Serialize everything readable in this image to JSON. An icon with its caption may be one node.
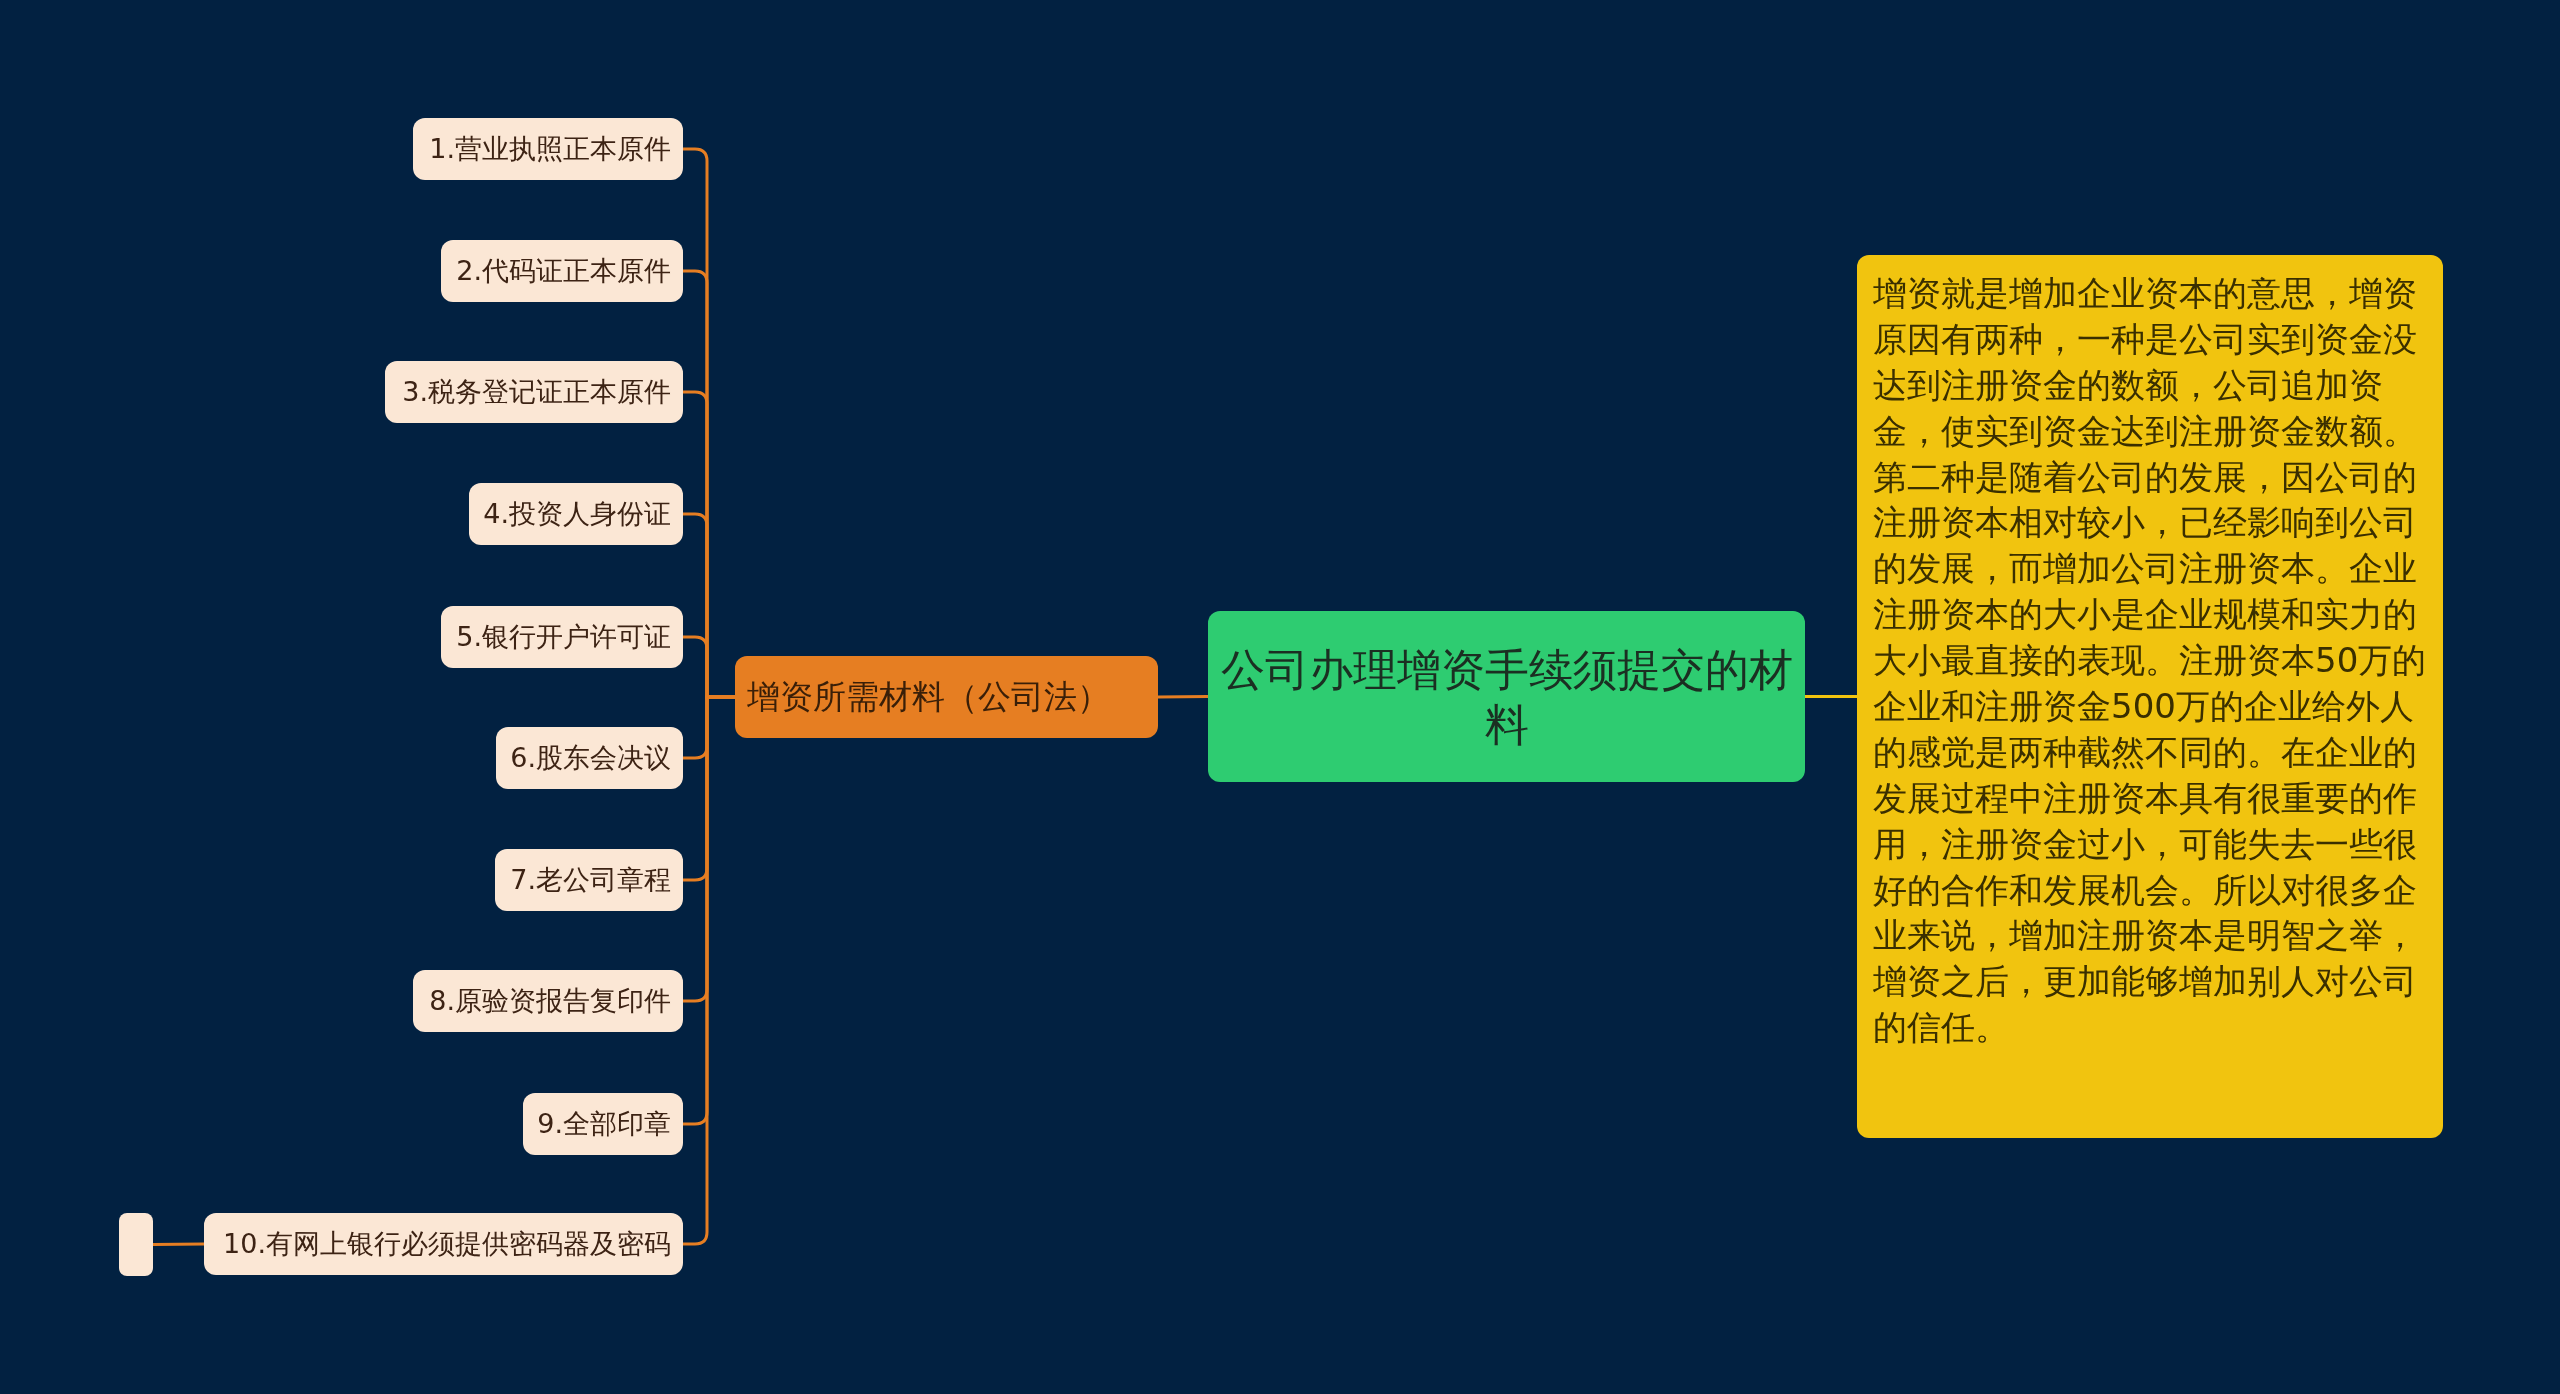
{
  "diagram": {
    "nodes": [
      {
        "text": [
          "公司办理增资手续须提交的材料"
        ]
      },
      {
        "text": [
          "增资所需材料（公司法）"
        ]
      },
      {
        "text": [
          "1.营业执照正本原件"
        ]
      },
      {
        "text": [
          "2.代码证正本原件"
        ]
      },
      {
        "text": [
          "3.税务登记证正本原件"
        ]
      },
      {
        "text": [
          "4.投资人身份证"
        ]
      },
      {
        "text": [
          "5.银行开户许可证"
        ]
      },
      {
        "text": [
          "6.股东会决议"
        ]
      },
      {
        "text": [
          "7.老公司章程"
        ]
      },
      {
        "text": [
          "8.原验资报告复印件"
        ]
      },
      {
        "text": [
          "9.全部印章"
        ]
      },
      {
        "text": [
          "10.有网上银行必须提供密码器及密码"
        ]
      },
      {
        "text": [],
        "shape": "box"
      },
      {
        "text": [
          "增资就是增加企业资本的意思，增资原因有两种，一种是公司实到资金没达到注册资金的数额，公司追加资金，使实到资金达到注册资金数额。第二种是随着公司的发展，因公司的注册资本相对较小，已经影响到公司的发展，而增加公司注册资本。企业注册资本的大小是企业规模和实力的大小最直接的表现。注册资本50万的企业和注册资金500万的企业给外人的感觉是两种截然不同的。在企业的发展过程中注册资本具有很重要的作用，注册资金过小，可能失去一些很好的合作和发展机会。所以对很多企业来说，增加注册资本是明智之举，增资之后，更加能够增加别人对公司的信任。"
        ]
      }
    ],
    "edges": [
      {
        "from": 0,
        "to": 1,
        "arrow": "none"
      },
      {
        "from": 1,
        "to": 2,
        "arrow": "none"
      },
      {
        "from": 1,
        "to": 3,
        "arrow": "none"
      },
      {
        "from": 1,
        "to": 4,
        "arrow": "none"
      },
      {
        "from": 1,
        "to": 5,
        "arrow": "none"
      },
      {
        "from": 1,
        "to": 6,
        "arrow": "none"
      },
      {
        "from": 1,
        "to": 7,
        "arrow": "none"
      },
      {
        "from": 1,
        "to": 8,
        "arrow": "none"
      },
      {
        "from": 1,
        "to": 9,
        "arrow": "none"
      },
      {
        "from": 1,
        "to": 10,
        "arrow": "none"
      },
      {
        "from": 1,
        "to": 11,
        "arrow": "none"
      },
      {
        "from": 11,
        "to": 12,
        "arrow": "none"
      },
      {
        "from": 0,
        "to": 13,
        "arrow": "none",
        "color": "#f1c40f"
      }
    ]
  }
}
